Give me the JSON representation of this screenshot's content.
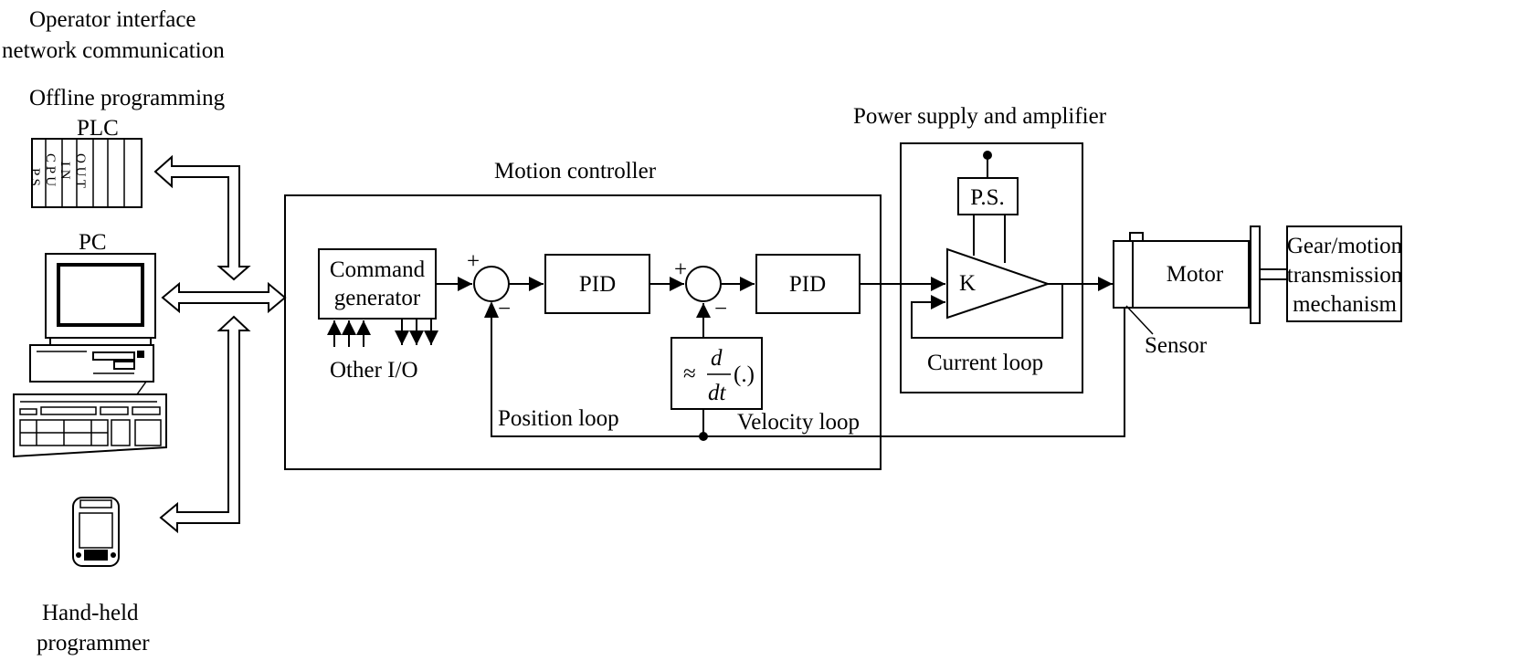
{
  "labels": {
    "operator_line1": "Operator interface",
    "operator_line2": "network communication",
    "offline_programming": "Offline programming",
    "plc": "PLC",
    "pc": "PC",
    "handheld_line1": "Hand-held",
    "handheld_line2": "programmer",
    "motion_controller": "Motion controller",
    "power_supply": "Power supply and amplifier",
    "current_loop": "Current loop",
    "position_loop": "Position loop",
    "velocity_loop": "Velocity loop",
    "other_io": "Other I/O",
    "sensor": "Sensor"
  },
  "plc_slots": [
    "P S",
    "C P U",
    "I N",
    "O U T"
  ],
  "blocks": {
    "command_line1": "Command",
    "command_line2": "generator",
    "pid_position": "PID",
    "pid_velocity": "PID",
    "derivative_prefix": "≈",
    "derivative_num": "d",
    "derivative_den": "dt",
    "derivative_suffix": "(.)",
    "ps": "P.S.",
    "gain": "K",
    "motor": "Motor",
    "gear_line1": "Gear/motion",
    "gear_line2": "transmission",
    "gear_line3": "mechanism"
  },
  "signs": {
    "sum1_plus": "+",
    "sum1_minus": "−",
    "sum2_plus": "+",
    "sum2_minus": "−"
  }
}
